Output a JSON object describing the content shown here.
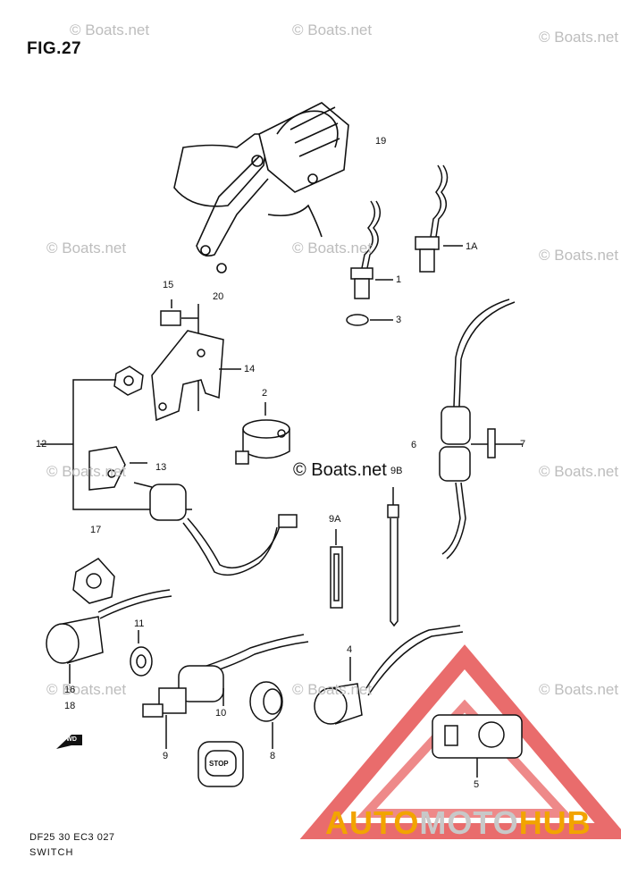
{
  "figure_title": "FIG.27",
  "footer": {
    "code": "DF25 30 EC3  027",
    "name": "SWITCH"
  },
  "watermark": "© Boats.net",
  "center_watermark": "© Boats.net",
  "brand": {
    "part1": "AUTO",
    "part2": "MOTO",
    "part3": "HUB"
  },
  "callouts": {
    "c19": "19",
    "c1A": "1A",
    "c1": "1",
    "c3": "3",
    "c15": "15",
    "c20": "20",
    "c14": "14",
    "c2": "2",
    "c12": "12",
    "c13": "13",
    "c6": "6",
    "c7": "7",
    "c9B": "9B",
    "c9A": "9A",
    "c17": "17",
    "c11": "11",
    "c16": "16",
    "c18": "18",
    "c10": "10",
    "c9": "9",
    "c8": "8",
    "c4": "4",
    "c5": "5"
  },
  "labels": {
    "stop_button": "STOP",
    "fwd_arrow": "FWD"
  },
  "colors": {
    "logo_red": "#e23b3b",
    "logo_orange": "#f2a400",
    "logo_gray": "#c8c8c8",
    "line": "#111111"
  }
}
